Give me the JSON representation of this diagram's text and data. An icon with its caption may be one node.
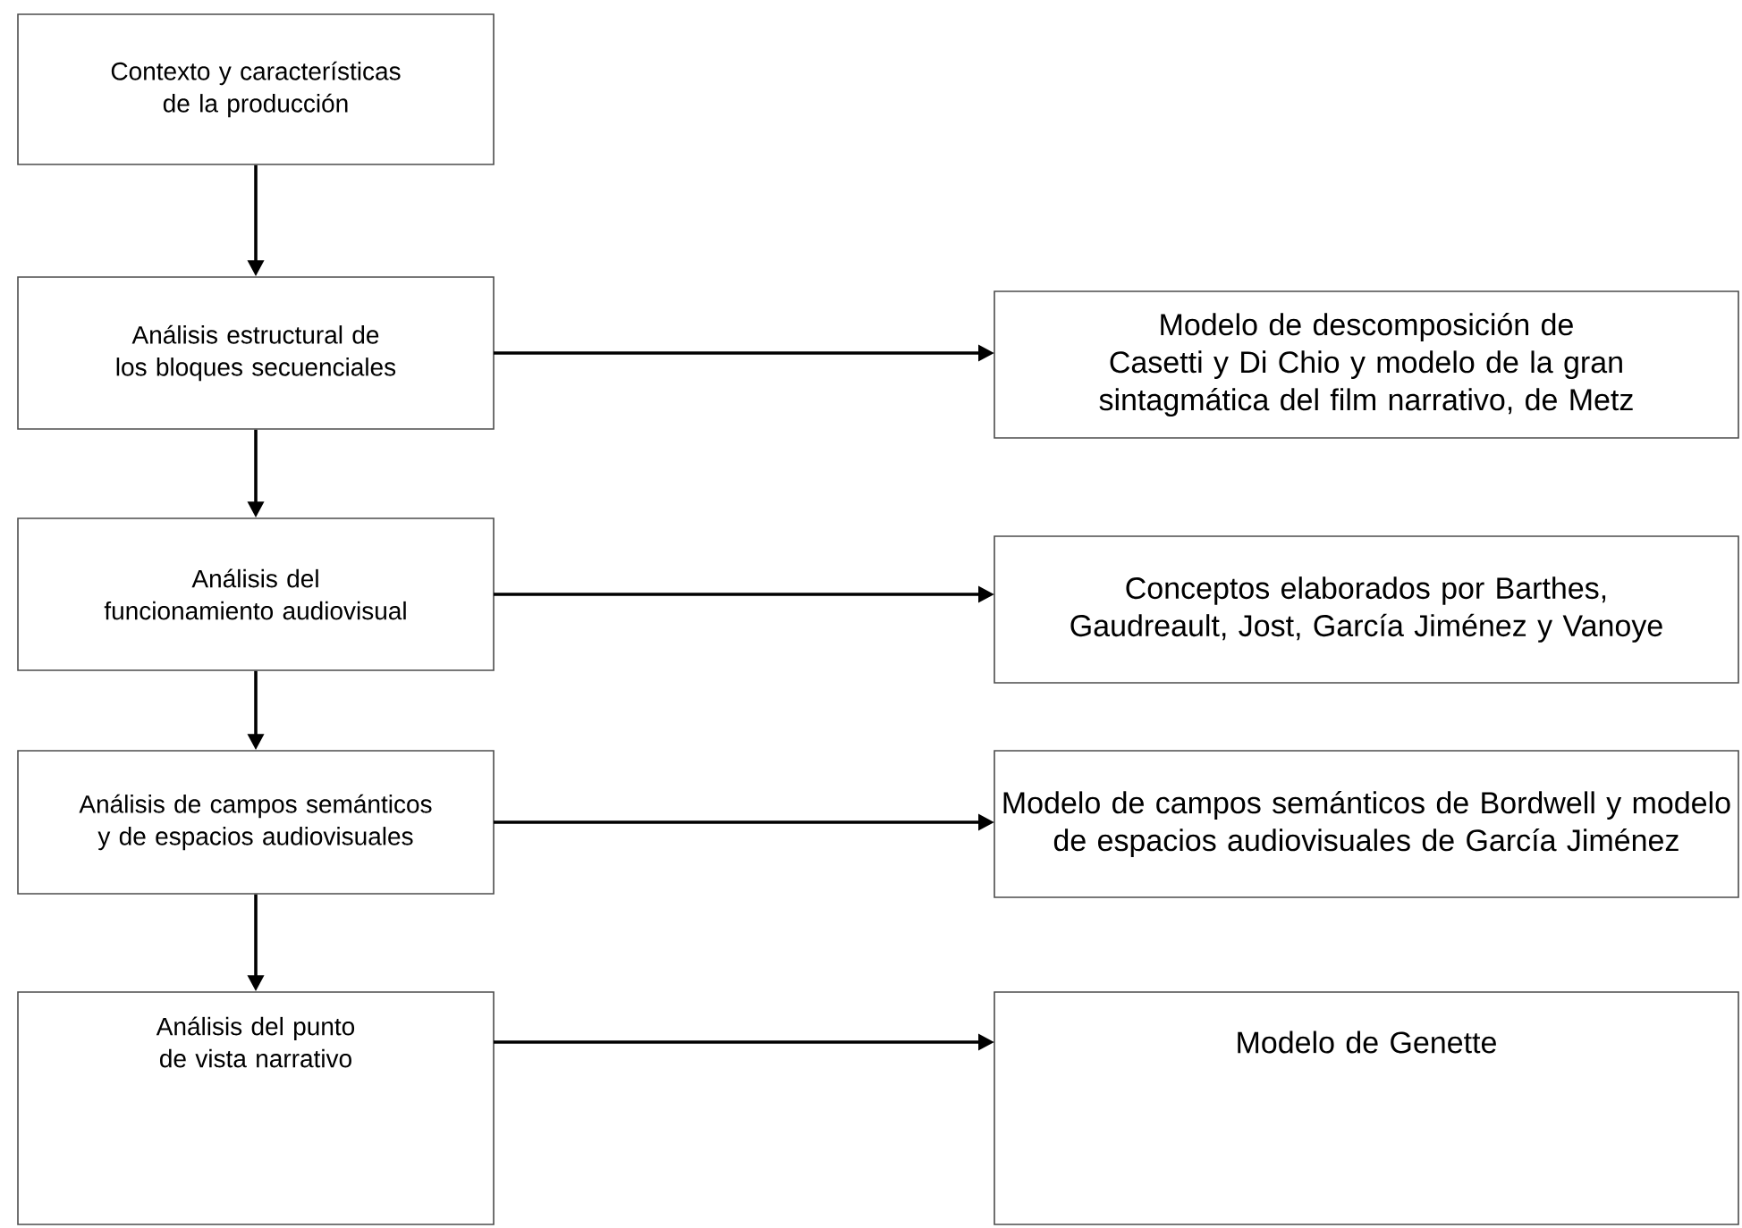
{
  "diagram": {
    "nodes": [
      {
        "text": [
          "Contexto y características de la producción"
        ]
      },
      {
        "text": [
          "Análisis estructural de los bloques secuenciales"
        ]
      },
      {
        "text": [
          "Modelo de descomposición de Casetti y Di Chio y modelo de la gran sintagmática del film narrativo, de Metz"
        ]
      },
      {
        "text": [
          "Análisis del funcionamiento audiovisual"
        ]
      },
      {
        "text": [
          "Conceptos elaborados por Barthes, Gaudreault, Jost, García Jiménez y Vanoye"
        ]
      },
      {
        "text": [
          "Análisis de campos semánticos y de espacios audiovisuales"
        ]
      },
      {
        "text": [
          "Modelo de campos semánticos de Bordwell y modelo de espacios audiovisuales de García Jiménez"
        ]
      },
      {
        "text": [
          "Análisis del punto de vista narrativo"
        ]
      },
      {
        "text": [
          "Modelo de Genette"
        ]
      }
    ],
    "edges": [
      {
        "from": 0,
        "to": 1,
        "arrow": "to"
      },
      {
        "from": 1,
        "to": 2,
        "arrow": "to"
      },
      {
        "from": 1,
        "to": 3,
        "arrow": "to"
      },
      {
        "from": 3,
        "to": 4,
        "arrow": "to"
      },
      {
        "from": 3,
        "to": 5,
        "arrow": "to"
      },
      {
        "from": 5,
        "to": 6,
        "arrow": "to"
      },
      {
        "from": 5,
        "to": 7,
        "arrow": "to"
      },
      {
        "from": 7,
        "to": 8,
        "arrow": "to"
      }
    ]
  }
}
